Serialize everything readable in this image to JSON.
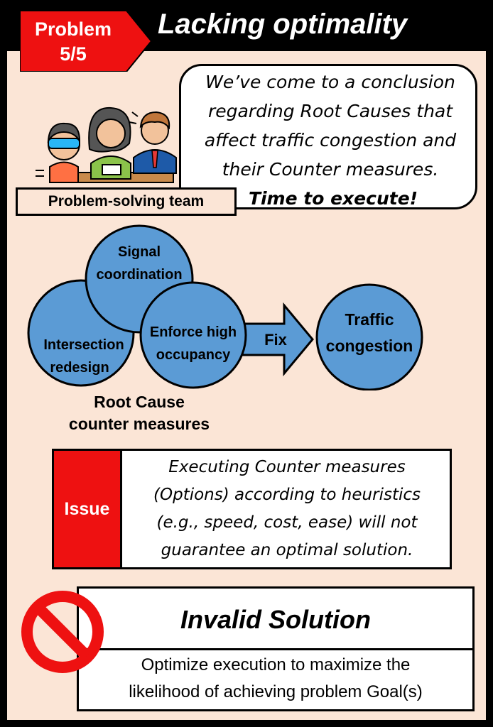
{
  "header": {
    "problem_line1": "Problem",
    "problem_line2": "5/5",
    "title": "Lacking optimality"
  },
  "speech": {
    "lines": [
      "We’ve come to a conclusion",
      "regarding Root Causes that",
      "affect traffic congestion and",
      "their Counter measures."
    ],
    "cta": "Time to execute!"
  },
  "team": {
    "label": "Problem-solving team"
  },
  "diagram": {
    "circles": [
      {
        "id": "signal",
        "lines": [
          "Signal",
          "coordination"
        ]
      },
      {
        "id": "intersection",
        "lines": [
          "Intersection",
          "redesign"
        ]
      },
      {
        "id": "occupancy",
        "lines": [
          "Enforce high",
          "occupancy"
        ]
      },
      {
        "id": "traffic",
        "lines": [
          "Traffic",
          "congestion"
        ]
      }
    ],
    "arrow_label": "Fix",
    "caption_line1": "Root Cause",
    "caption_line2": "counter measures"
  },
  "issue": {
    "tag": "Issue",
    "lines": [
      "Executing Counter measures",
      "(Options) according to heuristics",
      "(e.g., speed, cost, ease) will not",
      "guarantee an optimal solution."
    ]
  },
  "invalid": {
    "title": "Invalid Solution",
    "line1": "Optimize execution to maximize the",
    "line2": "likelihood of achieving problem Goal(s)"
  },
  "colors": {
    "panel": "#fbe5d6",
    "red": "#ee1111",
    "circle_fill": "#5b9bd5"
  }
}
